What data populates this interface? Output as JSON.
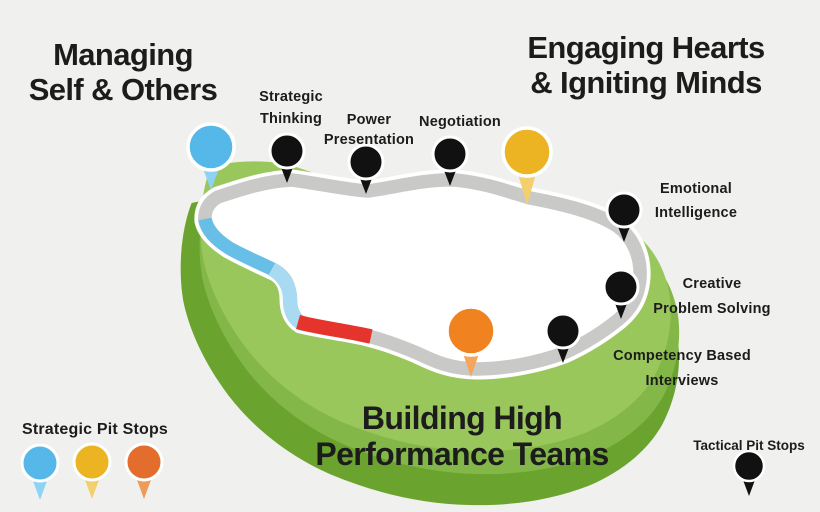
{
  "headings": {
    "managing": {
      "line1": "Managing",
      "line2": "Self & Others"
    },
    "engaging": {
      "line1": "Engaging Hearts",
      "line2": "& Igniting Minds"
    },
    "building": {
      "line1": "Building High",
      "line2": "Performance Teams"
    }
  },
  "track_labels": {
    "strategic_thinking": {
      "line1": "Strategic",
      "line2": "Thinking"
    },
    "power_presentation": {
      "line1": "Power",
      "line2": "Presentation"
    },
    "negotiation": {
      "line1": "Negotiation"
    },
    "emotional_intelligence": {
      "line1": "Emotional",
      "line2": "Intelligence"
    },
    "creative_problem_solving": {
      "line1": "Creative",
      "line2": "Problem Solving"
    },
    "competency_interviews": {
      "line1": "Competency Based",
      "line2": "Interviews"
    }
  },
  "legend": {
    "strategic_label": "Strategic Pit Stops",
    "tactical_label": "Tactical Pit Stops"
  },
  "colors": {
    "background": "#f0f0ee",
    "island_top": "#9ac75c",
    "island_mid": "#83b748",
    "island_side": "#6ba32f",
    "road": "#c9c9c7",
    "road_rim": "#ffffff",
    "water": "#67bfe8",
    "water_light": "#a8daf2",
    "pit_red": "#e5342b",
    "pin_blue": "#56b8e8",
    "pin_blue_tail": "#8ed3f3",
    "pin_yellow": "#ecb322",
    "pin_yellow_tail": "#f3cf6e",
    "pin_orange": "#f0831f",
    "pin_orange_tail": "#f5a55c",
    "pin_orange_legend": "#e36d2d",
    "pin_orange_legend_tail": "#ed9a5b",
    "pin_black": "#111111",
    "text": "#1c1c1c"
  }
}
